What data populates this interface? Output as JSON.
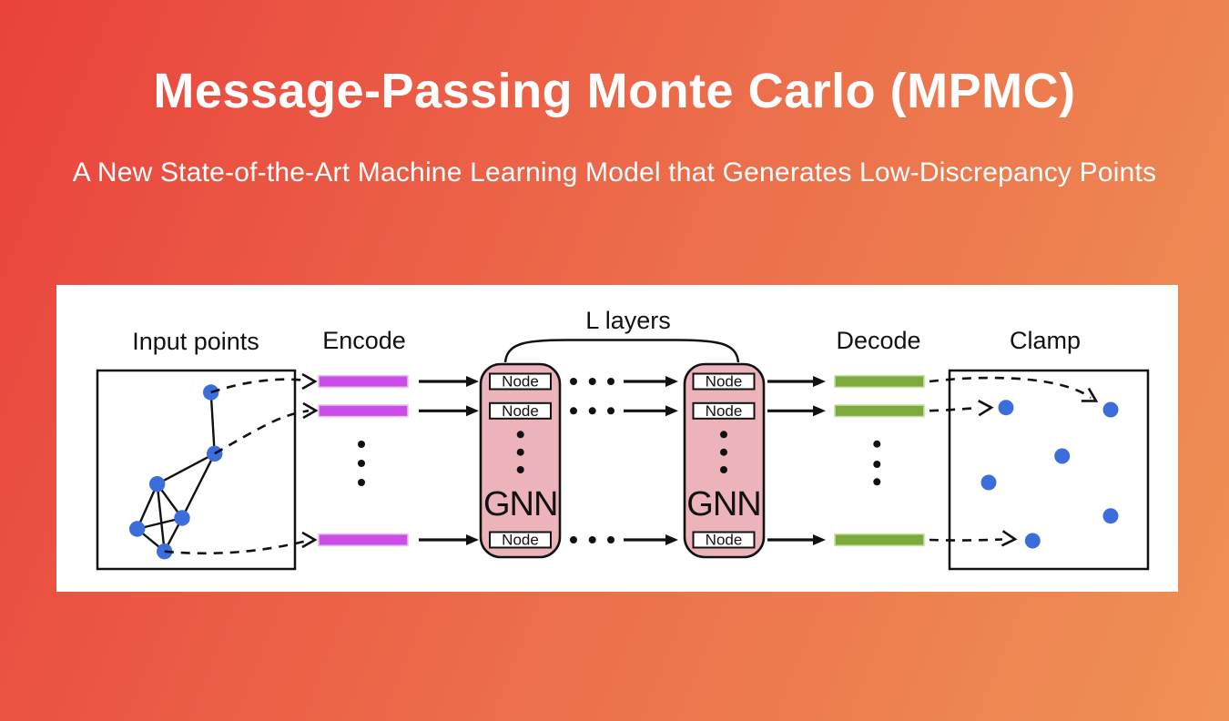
{
  "header": {
    "title": "Message-Passing Monte Carlo (MPMC)",
    "subtitle": "A New State-of-the-Art Machine Learning Model that Generates Low-Discrepancy Points"
  },
  "colors": {
    "bg_grad_1": "#e9423d",
    "bg_grad_2": "#ef9156",
    "panel": "#ffffff",
    "ink": "#111111",
    "text_white": "#ffffff",
    "encode_bar": "#c94de6",
    "encode_bar_border": "#e9bcf0",
    "decode_bar": "#7caa3e",
    "decode_bar_border": "#c9e09f",
    "gnn_fill": "#ecb4ba",
    "point_blue": "#3b6edb"
  },
  "diagram": {
    "labels": {
      "input": "Input points",
      "encode": "Encode",
      "layers": "L layers",
      "decode": "Decode",
      "clamp": "Clamp"
    },
    "gnn_label": "GNN",
    "node_label": "Node",
    "input_graph": {
      "points": [
        [
          169.7,
          118
        ],
        [
          173.7,
          185.3
        ],
        [
          110.7,
          218.7
        ],
        [
          138,
          256
        ],
        [
          88.7,
          268
        ],
        [
          118.7,
          292.7
        ]
      ],
      "edges": [
        [
          0,
          1
        ],
        [
          1,
          2
        ],
        [
          1,
          3
        ],
        [
          2,
          3
        ],
        [
          2,
          4
        ],
        [
          2,
          5
        ],
        [
          3,
          4
        ],
        [
          3,
          5
        ],
        [
          4,
          5
        ]
      ],
      "point_radius": 8.7
    },
    "clamp_points": [
      [
        1043,
        134.7
      ],
      [
        1158,
        137
      ],
      [
        1104.7,
        188
      ],
      [
        1024,
        217
      ],
      [
        1158,
        253.7
      ],
      [
        1072.3,
        281
      ]
    ],
    "clamp_point_radius": 8.5
  }
}
